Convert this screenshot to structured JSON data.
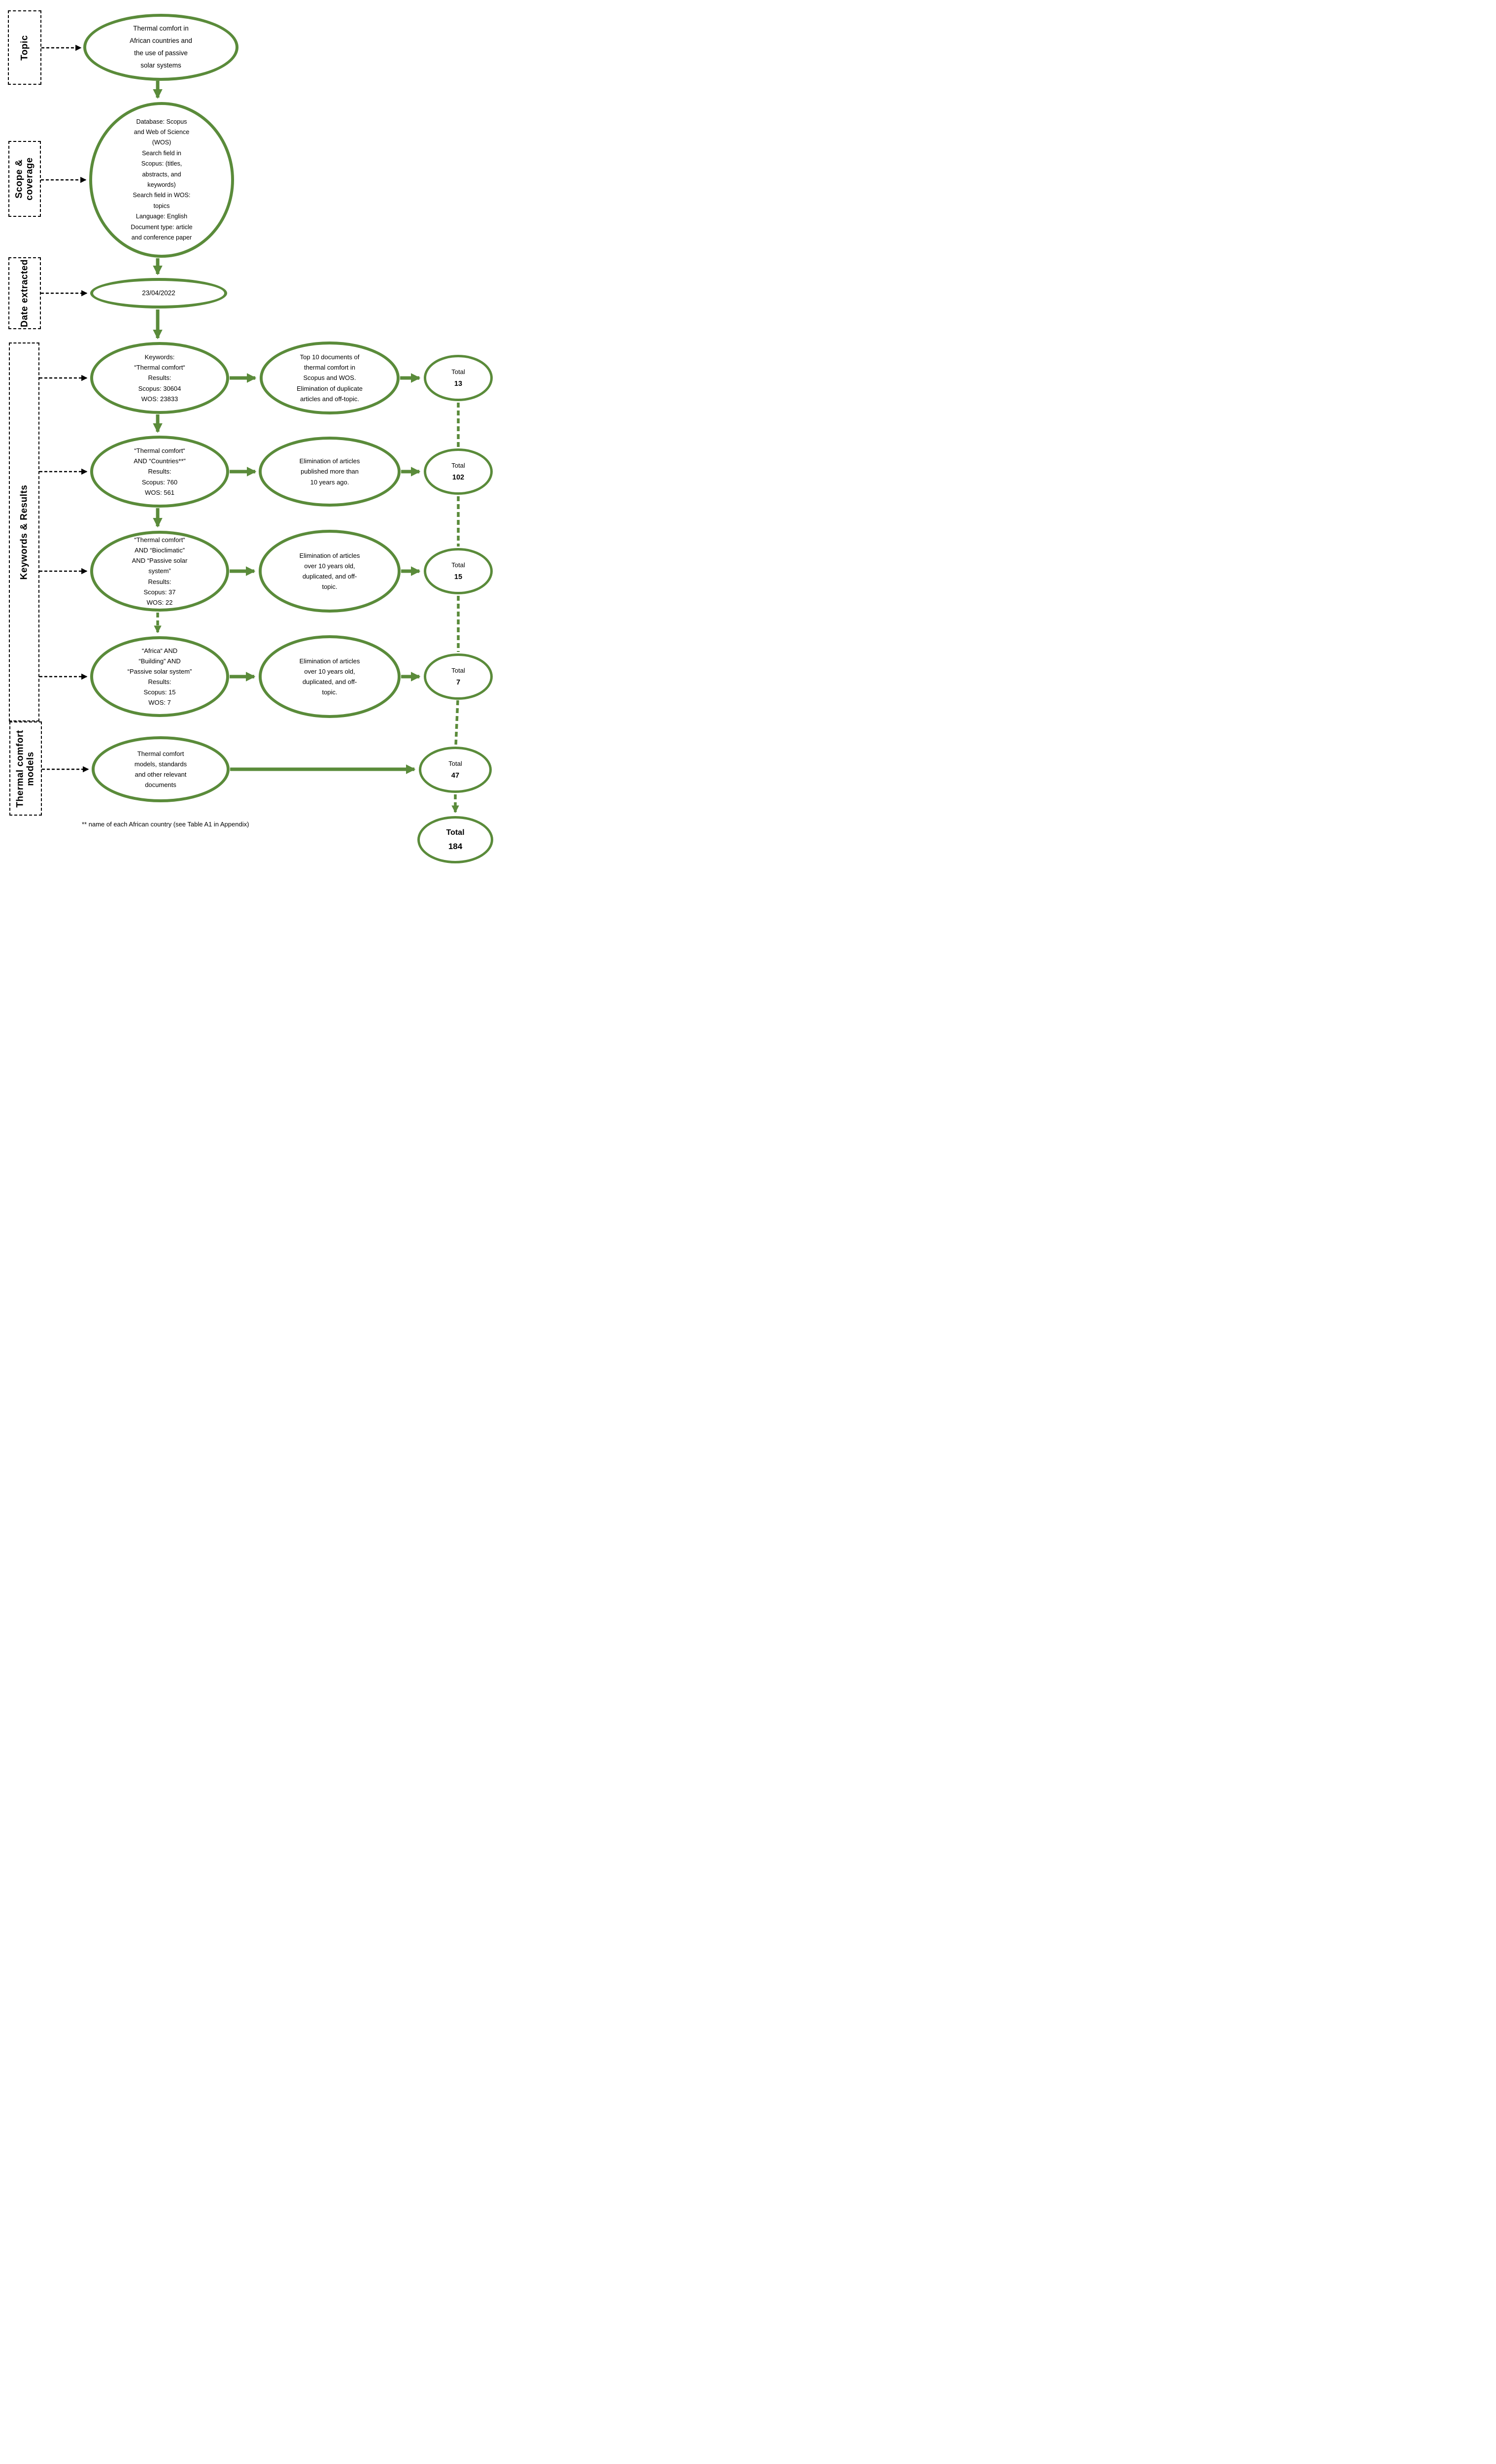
{
  "colors": {
    "accent_green": "#5A8B3A",
    "dashed_black": "#000000",
    "background": "#FFFFFF"
  },
  "side_labels": {
    "topic": "Topic",
    "scope": "Scope &\ncoverage",
    "date": "Date extracted",
    "keywords": "Keywords & Results",
    "models": "Thermal comfort\nmodels"
  },
  "nodes": {
    "topic": "Thermal comfort in\nAfrican countries and\nthe use of passive\nsolar systems",
    "scope": "Database: Scopus\nand Web of Science\n(WOS)\nSearch field in\nScopus: (titles,\nabstracts, and\nkeywords)\nSearch field in WOS:\ntopics\nLanguage: English\nDocument type: article\nand conference paper",
    "date": "23/04/2022",
    "kw1": "Keywords:\n“Thermal comfort“\nResults:\nScopus: 30604\nWOS: 23833",
    "kw2": "“Thermal comfort“\nAND “Countries**”\nResults:\nScopus: 760\nWOS: 561",
    "kw3": "“Thermal comfort“\nAND “Bioclimatic”\nAND “Passive solar\nsystem”\nResults:\nScopus: 37\nWOS: 22",
    "kw4": "“Africa“ AND\n“Building” AND\n“Passive solar system”\nResults:\nScopus: 15\nWOS: 7",
    "mid1": "Top 10 documents of\nthermal comfort in\nScopus and WOS.\nElimination of duplicate\narticles and off-topic.",
    "mid2": "Elimination of articles\npublished more than\n10 years ago.",
    "mid3": "Elimination of articles\nover 10 years old,\nduplicated, and off-\ntopic.",
    "mid4": "Elimination of articles\nover 10 years old,\nduplicated, and off-\ntopic.",
    "models": "Thermal comfort\nmodels, standards\nand other relevant\ndocuments"
  },
  "totals": {
    "t13": {
      "label": "Total",
      "value": "13"
    },
    "t102": {
      "label": "Total",
      "value": "102"
    },
    "t15": {
      "label": "Total",
      "value": "15"
    },
    "t7": {
      "label": "Total",
      "value": "7"
    },
    "t47": {
      "label": "Total",
      "value": "47"
    },
    "t184": {
      "label": "Total",
      "value": "184"
    }
  },
  "footnote": "** name of each African country (see Table A1 in Appendix)"
}
